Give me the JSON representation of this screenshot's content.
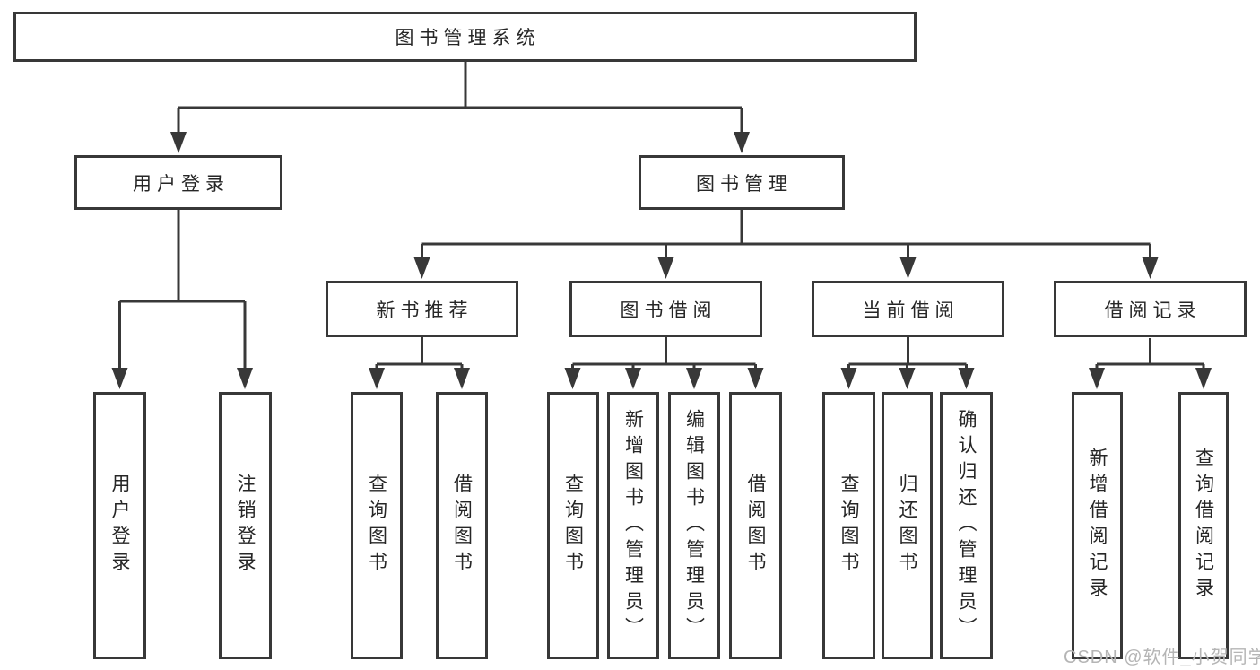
{
  "diagram": {
    "root": {
      "label": "图书管理系统",
      "children": [
        {
          "label": "用户登录",
          "children": [
            {
              "label": "用户登录"
            },
            {
              "label": "注销登录"
            }
          ]
        },
        {
          "label": "图书管理",
          "children": [
            {
              "label": "新书推荐",
              "children": [
                {
                  "label": "查询图书"
                },
                {
                  "label": "借阅图书"
                }
              ]
            },
            {
              "label": "图书借阅",
              "children": [
                {
                  "label": "查询图书"
                },
                {
                  "label": "新增图书（管理员）"
                },
                {
                  "label": "编辑图书（管理员）"
                },
                {
                  "label": "借阅图书"
                }
              ]
            },
            {
              "label": "当前借阅",
              "children": [
                {
                  "label": "查询图书"
                },
                {
                  "label": "归还图书"
                },
                {
                  "label": "确认归还（管理员）"
                }
              ]
            },
            {
              "label": "借阅记录",
              "children": [
                {
                  "label": "新增借阅记录"
                },
                {
                  "label": "查询借阅记录"
                }
              ]
            }
          ]
        }
      ]
    }
  },
  "colors": {
    "line": "#383838",
    "text": "#262626",
    "box_background": "#ffffff",
    "watermark": "#b5b5b5"
  },
  "watermark": {
    "text": "CSDN @软件_小贺同学"
  }
}
